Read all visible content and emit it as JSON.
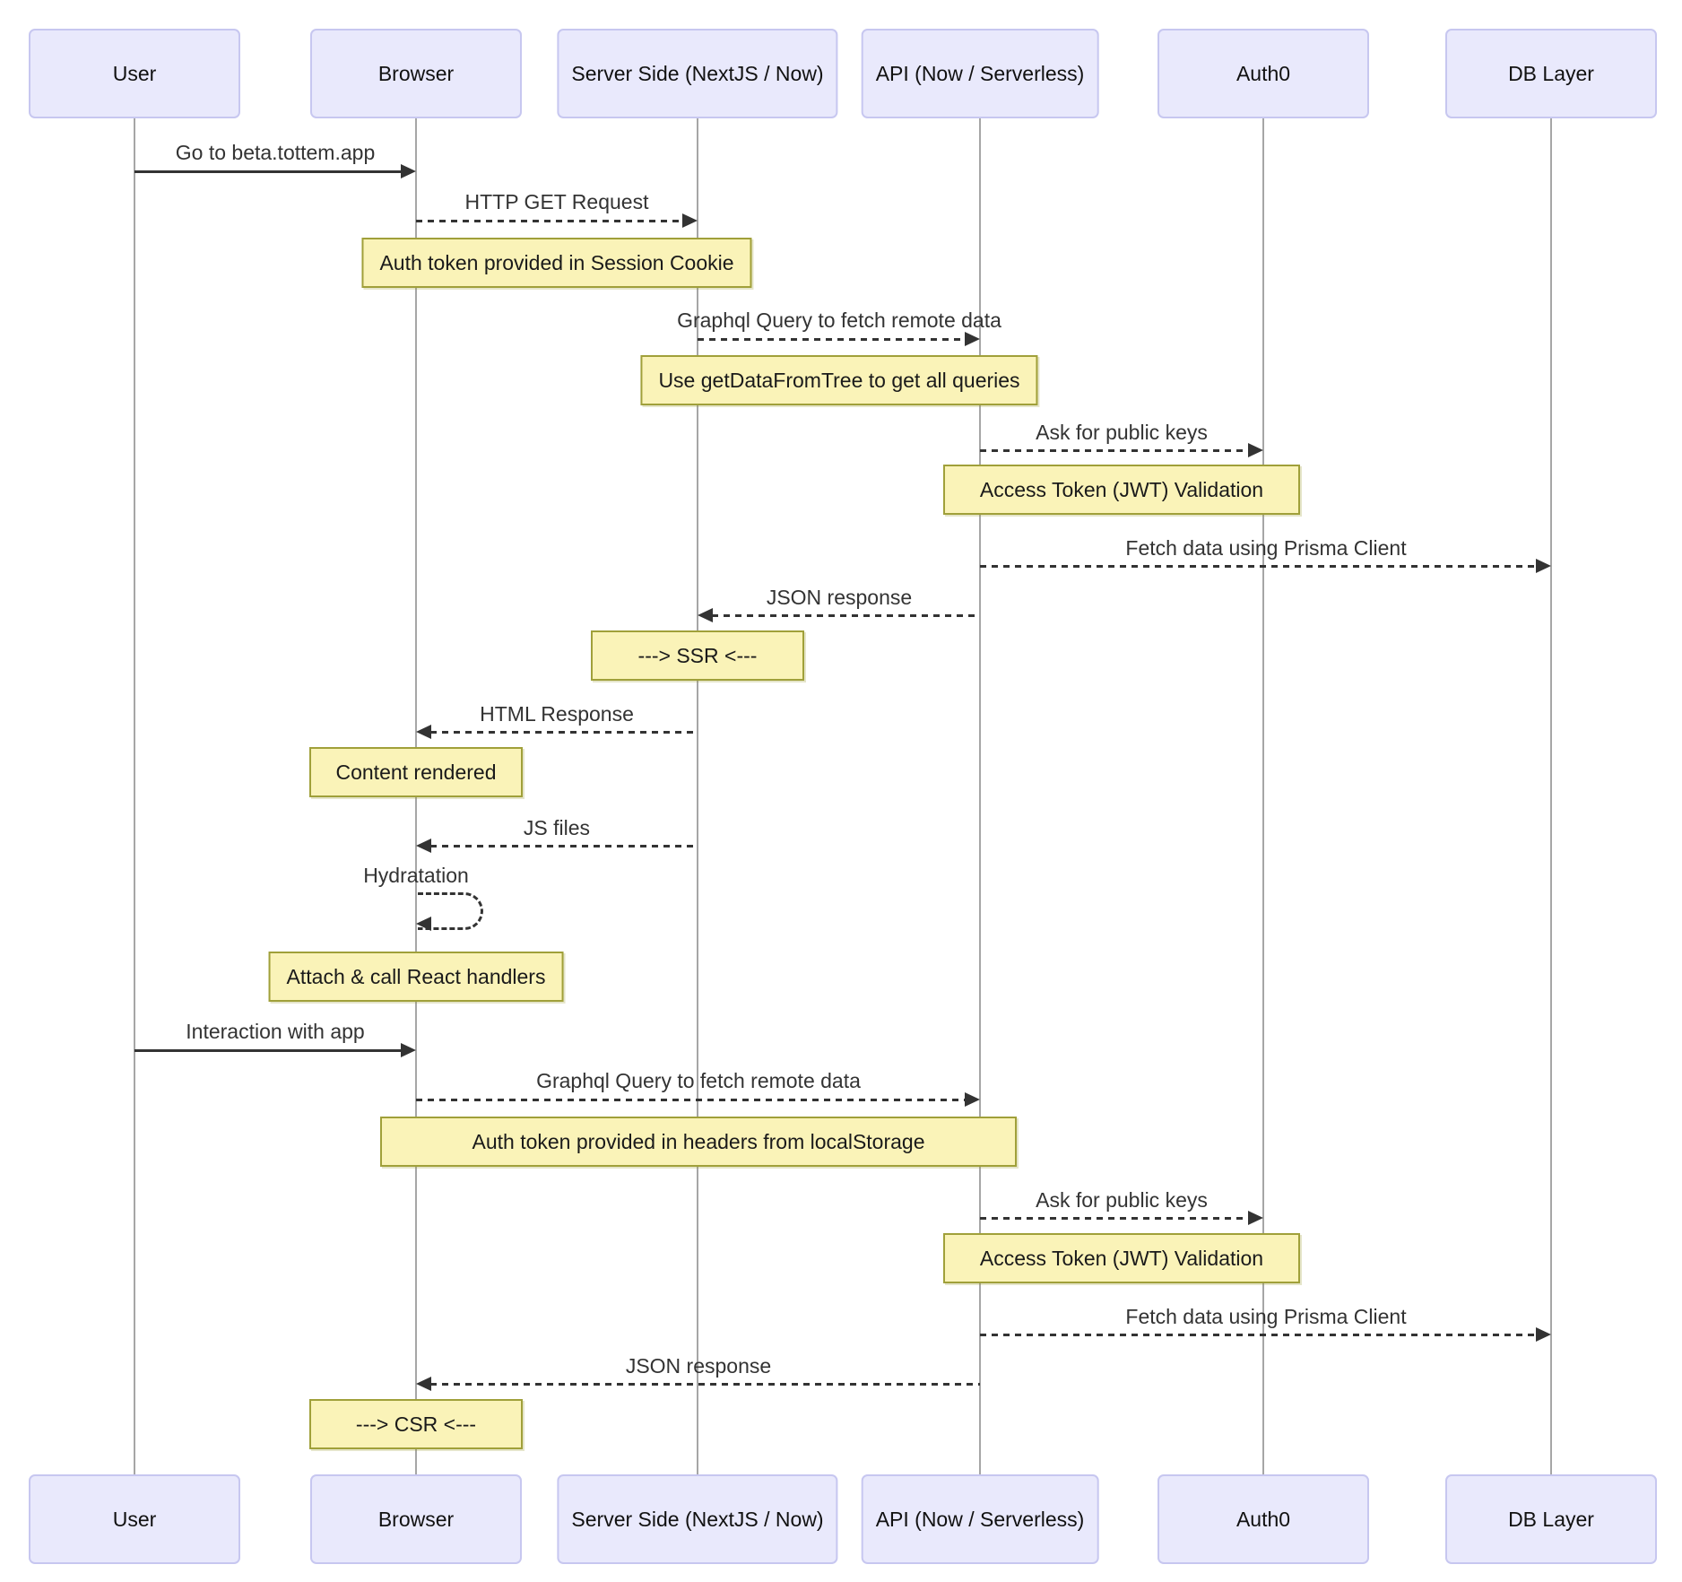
{
  "diagram_type": "sequence-diagram",
  "participants": [
    {
      "id": "user",
      "label": "User"
    },
    {
      "id": "browser",
      "label": "Browser"
    },
    {
      "id": "server",
      "label": "Server Side (NextJS / Now)"
    },
    {
      "id": "api",
      "label": "API (Now / Serverless)"
    },
    {
      "id": "auth0",
      "label": "Auth0"
    },
    {
      "id": "db",
      "label": "DB Layer"
    }
  ],
  "messages": [
    {
      "label": "Go to beta.tottem.app",
      "from": "User",
      "to": "Browser",
      "line": "solid"
    },
    {
      "label": "HTTP GET Request",
      "from": "Browser",
      "to": "Server Side (NextJS / Now)",
      "line": "dashed"
    },
    {
      "label": "Graphql Query to fetch remote data",
      "from": "Server Side (NextJS / Now)",
      "to": "API (Now / Serverless)",
      "line": "dashed"
    },
    {
      "label": "Ask for public keys",
      "from": "API (Now / Serverless)",
      "to": "Auth0",
      "line": "dashed"
    },
    {
      "label": "Fetch data using Prisma Client",
      "from": "API (Now / Serverless)",
      "to": "DB Layer",
      "line": "dashed"
    },
    {
      "label": "JSON response",
      "from": "API (Now / Serverless)",
      "to": "Server Side (NextJS / Now)",
      "line": "dashed"
    },
    {
      "label": "HTML Response",
      "from": "Server Side (NextJS / Now)",
      "to": "Browser",
      "line": "dashed"
    },
    {
      "label": "JS files",
      "from": "Server Side (NextJS / Now)",
      "to": "Browser",
      "line": "dashed"
    },
    {
      "label": "Hydratation",
      "from": "Browser",
      "to": "Browser",
      "line": "dashed-self"
    },
    {
      "label": "Interaction with app",
      "from": "User",
      "to": "Browser",
      "line": "solid"
    },
    {
      "label": "Graphql Query to fetch remote data",
      "from": "Browser",
      "to": "API (Now / Serverless)",
      "line": "dashed"
    },
    {
      "label": "Ask for public keys",
      "from": "API (Now / Serverless)",
      "to": "Auth0",
      "line": "dashed"
    },
    {
      "label": "Fetch data using Prisma Client",
      "from": "API (Now / Serverless)",
      "to": "DB Layer",
      "line": "dashed"
    },
    {
      "label": "JSON response",
      "from": "API (Now / Serverless)",
      "to": "Browser",
      "line": "dashed"
    }
  ],
  "notes": [
    {
      "text": "Auth token provided in Session Cookie",
      "over": "Browser, Server Side (NextJS / Now)"
    },
    {
      "text": "Use getDataFromTree to get all queries",
      "over": "Server Side (NextJS / Now), API (Now / Serverless)"
    },
    {
      "text": "Access Token (JWT) Validation",
      "over": "API (Now / Serverless), Auth0"
    },
    {
      "text": "---> SSR <---",
      "over": "Server Side (NextJS / Now)"
    },
    {
      "text": "Content rendered",
      "over": "Browser"
    },
    {
      "text": "Attach & call React handlers",
      "over": "Browser"
    },
    {
      "text": "Auth token provided in headers from localStorage",
      "over": "Browser, API (Now / Serverless)"
    },
    {
      "text": "Access Token (JWT) Validation",
      "over": "API (Now / Serverless), Auth0"
    },
    {
      "text": "---> CSR <---",
      "over": "Browser"
    }
  ],
  "colors": {
    "participant_fill": "#E9E9FC",
    "participant_border": "#C7C7F0",
    "note_fill": "#FAF3B8",
    "note_border": "#A0A03A",
    "arrow": "#333333",
    "lifeline": "#A6A6A6",
    "text": "#111111"
  }
}
